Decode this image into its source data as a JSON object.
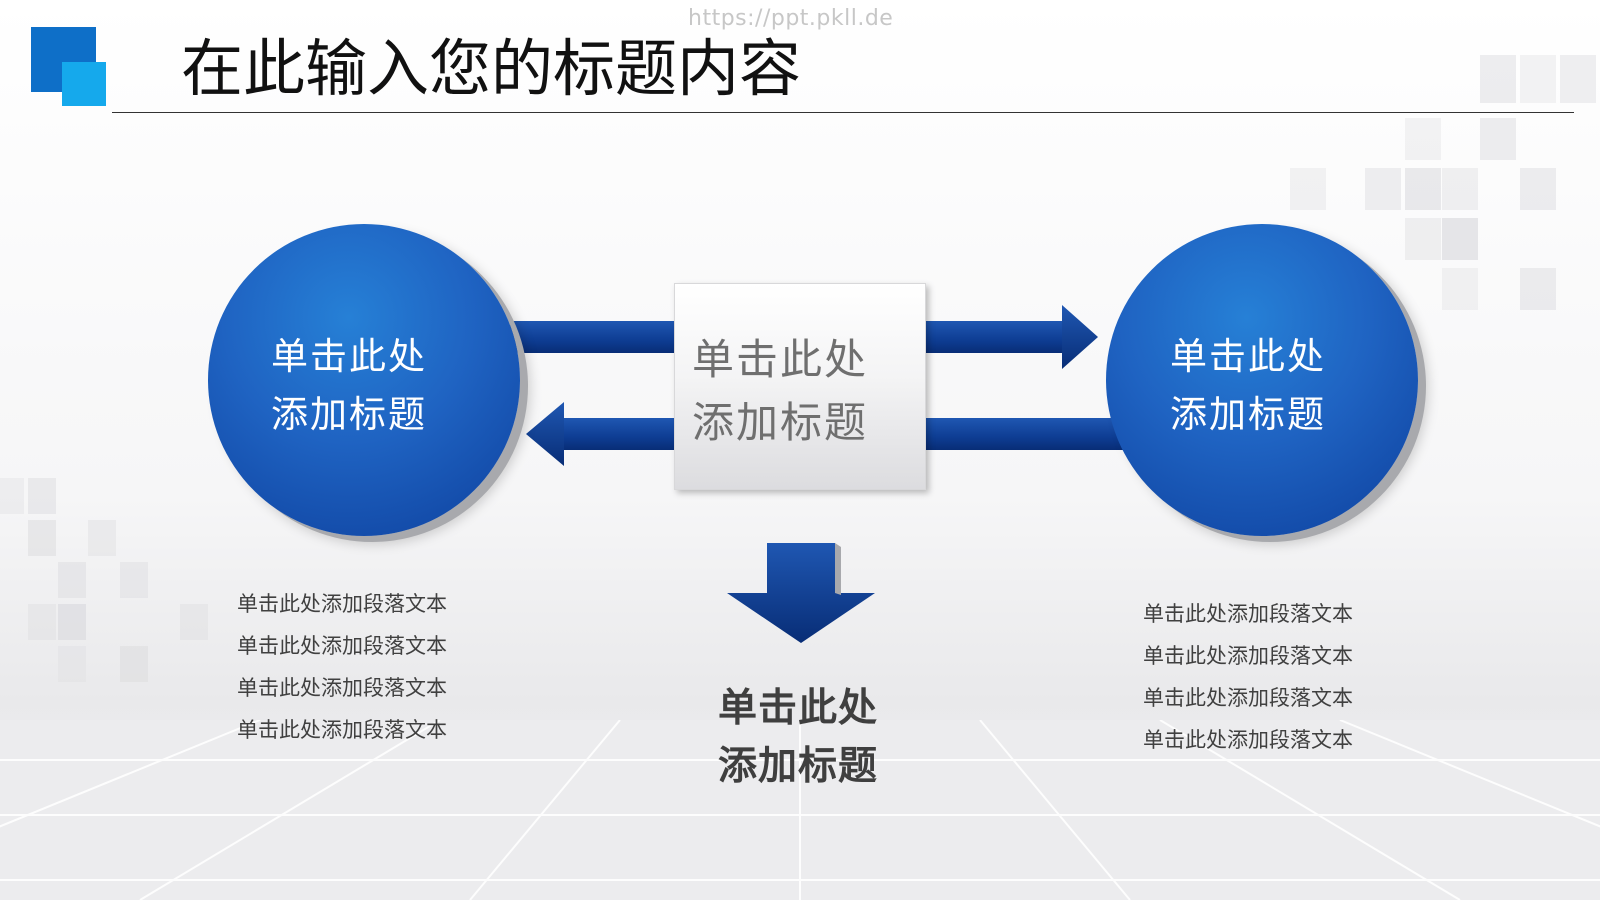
{
  "header": {
    "watermark": "https://ppt.pkll.de",
    "title": "在此输入您的标题内容"
  },
  "diagram": {
    "left_circle": {
      "line1": "单击此处",
      "line2": "添加标题"
    },
    "center_box": {
      "line1": "单击此处",
      "line2": "添加标题"
    },
    "right_circle": {
      "line1": "单击此处",
      "line2": "添加标题"
    },
    "bottom_heading": {
      "line1": "单击此处",
      "line2": "添加标题"
    }
  },
  "left_paragraphs": [
    "单击此处添加段落文本",
    "单击此处添加段落文本",
    "单击此处添加段落文本",
    "单击此处添加段落文本"
  ],
  "right_paragraphs": [
    "单击此处添加段落文本",
    "单击此处添加段落文本",
    "单击此处添加段落文本",
    "单击此处添加段落文本"
  ],
  "colors": {
    "primary_blue": "#0e6fc8",
    "accent_cyan": "#15a9ec",
    "circle_blue": "#1f63c2",
    "arrow_navy": "#0e3d93"
  }
}
